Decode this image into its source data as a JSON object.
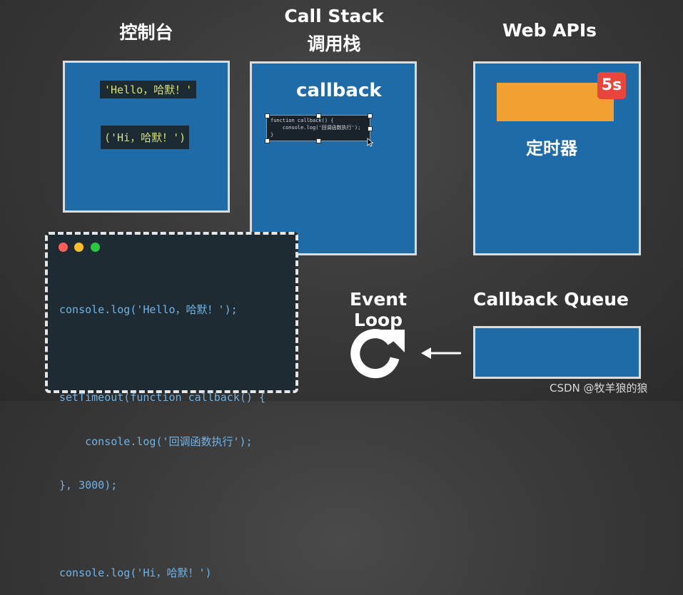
{
  "headings": {
    "console": "控制台",
    "call_stack_en": "Call Stack",
    "call_stack_zh": "调用栈",
    "web_apis": "Web APIs",
    "event_loop": "Event Loop",
    "callback_queue": "Callback Queue"
  },
  "console_panel": {
    "lines": [
      "'Hello，哈默！'",
      "('Hi，哈默！')"
    ]
  },
  "call_stack_panel": {
    "frame_title": "callback",
    "snippet": [
      "function callback() {",
      "    console.log('回调函数执行');",
      "}"
    ]
  },
  "web_apis_panel": {
    "badge": "5s",
    "timer_label": "定时器"
  },
  "editor": {
    "window_dots": [
      "#ff5f56",
      "#ffbd2e",
      "#27c93f"
    ],
    "lines": [
      "console.log('Hello，哈默！');",
      "",
      "setTimeout(function callback() {",
      "    console.log('回调函数执行');",
      "}, 3000);",
      "",
      "console.log('Hi，哈默！')"
    ]
  },
  "watermark": "CSDN @牧羊狼的狼",
  "colors": {
    "panel_blue": "#1f6ba8",
    "timer_orange": "#f0a132",
    "badge_red": "#e8463b"
  }
}
